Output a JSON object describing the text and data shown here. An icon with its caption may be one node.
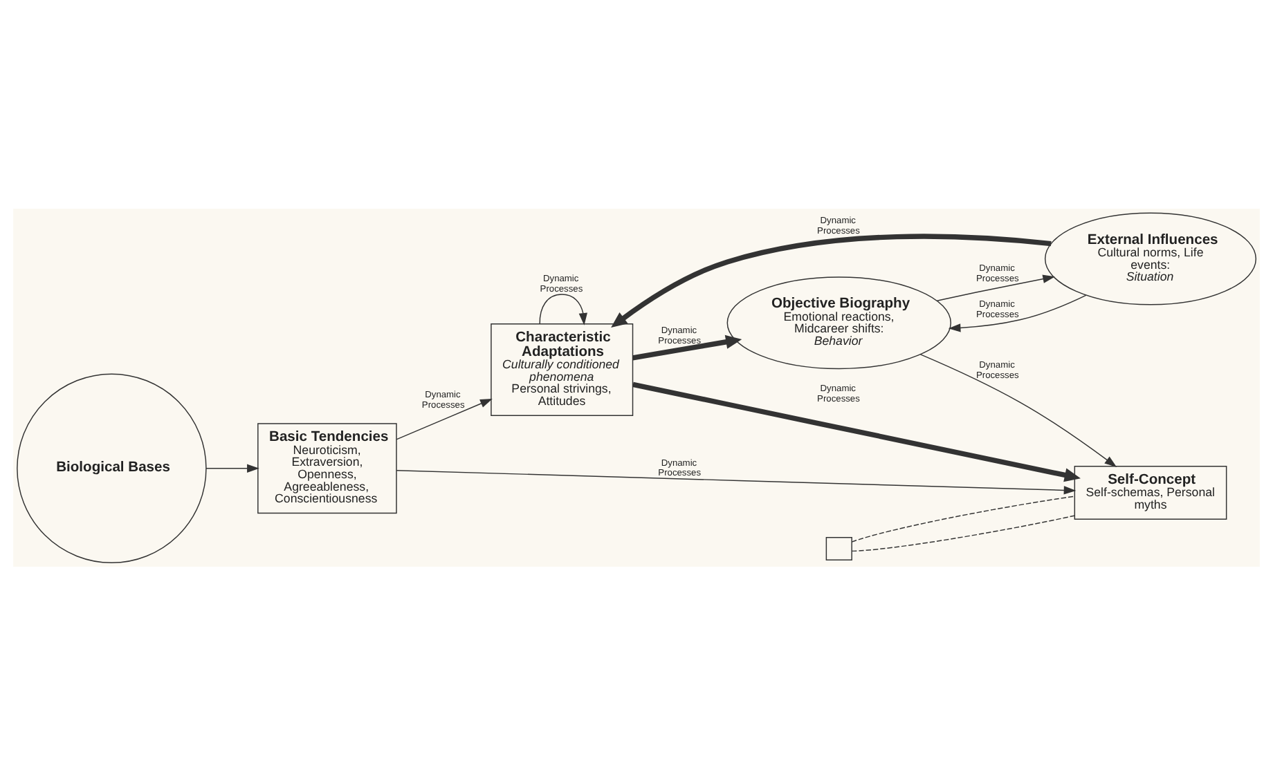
{
  "diagram": {
    "nodes": [
      {
        "text": [
          "Biological Bases"
        ]
      },
      {
        "text": [
          "Basic Tendencies",
          "Neuroticism, Extraversion, Openness, Agreeableness, Conscientiousness"
        ]
      },
      {
        "text": [
          "Characteristic Adaptations",
          "Culturally conditioned phenomena",
          "Personal strivings, Attitudes"
        ]
      },
      {
        "text": [
          "Objective Biography",
          "Emotional reactions, Midcareer shifts:",
          "Behavior"
        ]
      },
      {
        "text": [
          "External Influences",
          "Cultural norms, Life events:",
          "Situation"
        ]
      },
      {
        "text": [
          "Self-Concept",
          "Self-schemas, Personal myths"
        ]
      },
      {
        "text": [],
        "shape": "box"
      }
    ],
    "edges": [
      {
        "from": 0,
        "to": 1,
        "arrow": "to"
      },
      {
        "from": 1,
        "to": 2,
        "arrow": "to",
        "label": "Dynamic Processes"
      },
      {
        "from": 2,
        "to": 2,
        "arrow": "to",
        "label": "Dynamic Processes"
      },
      {
        "from": 2,
        "to": 3,
        "arrow": "to",
        "label": "Dynamic Processes",
        "style": "thick"
      },
      {
        "from": 3,
        "to": 4,
        "arrow": "to",
        "label": "Dynamic Processes"
      },
      {
        "from": 4,
        "to": 3,
        "arrow": "to",
        "label": "Dynamic Processes"
      },
      {
        "from": 4,
        "to": 2,
        "arrow": "to",
        "label": "Dynamic Processes",
        "style": "thick"
      },
      {
        "from": 3,
        "to": 5,
        "arrow": "to",
        "label": "Dynamic Processes"
      },
      {
        "from": 2,
        "to": 5,
        "arrow": "to",
        "label": "Dynamic Processes",
        "style": "thick"
      },
      {
        "from": 1,
        "to": 5,
        "arrow": "to",
        "label": "Dynamic Processes"
      },
      {
        "from": 6,
        "to": 5,
        "arrow": "none",
        "style": "dashed"
      },
      {
        "from": 6,
        "to": 5,
        "arrow": "none",
        "style": "dashed"
      }
    ]
  }
}
